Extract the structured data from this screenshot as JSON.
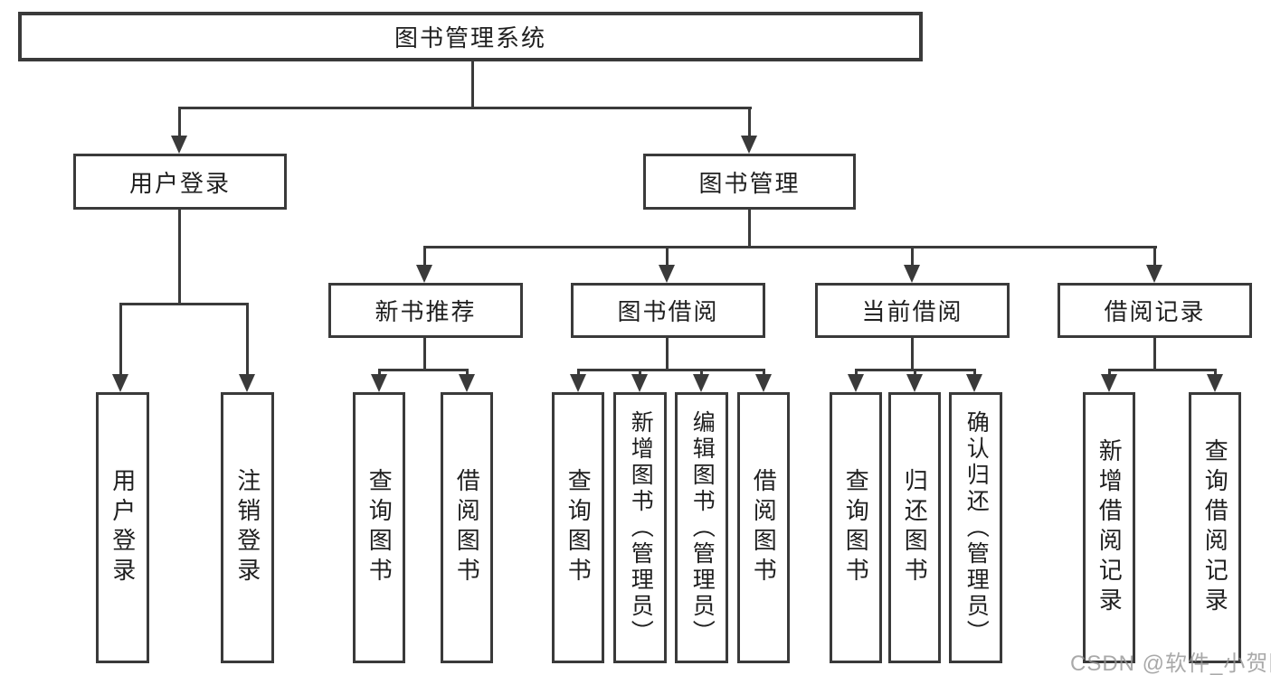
{
  "tree": {
    "root": {
      "label": "图书管理系统",
      "children": [
        {
          "label": "用户登录",
          "children": [
            {
              "label": "用户登录"
            },
            {
              "label": "注销登录"
            }
          ]
        },
        {
          "label": "图书管理",
          "children": [
            {
              "label": "新书推荐",
              "children": [
                {
                  "label": "查询图书"
                },
                {
                  "label": "借阅图书"
                }
              ]
            },
            {
              "label": "图书借阅",
              "children": [
                {
                  "label": "查询图书"
                },
                {
                  "label": "新增图书（管理员）"
                },
                {
                  "label": "编辑图书（管理员）"
                },
                {
                  "label": "借阅图书"
                }
              ]
            },
            {
              "label": "当前借阅",
              "children": [
                {
                  "label": "查询图书"
                },
                {
                  "label": "归还图书"
                },
                {
                  "label": "确认归还（管理员）"
                }
              ]
            },
            {
              "label": "借阅记录",
              "children": [
                {
                  "label": "新增借阅记录"
                },
                {
                  "label": "查询借阅记录"
                }
              ]
            }
          ]
        }
      ]
    }
  },
  "watermark": {
    "text": "CSDN @软件_小贺同学"
  },
  "style": {
    "line_color": "#3a3a3a",
    "box_fill": "#ffffff",
    "text_color": "#1f1f1f",
    "watermark_color": "#949494"
  }
}
